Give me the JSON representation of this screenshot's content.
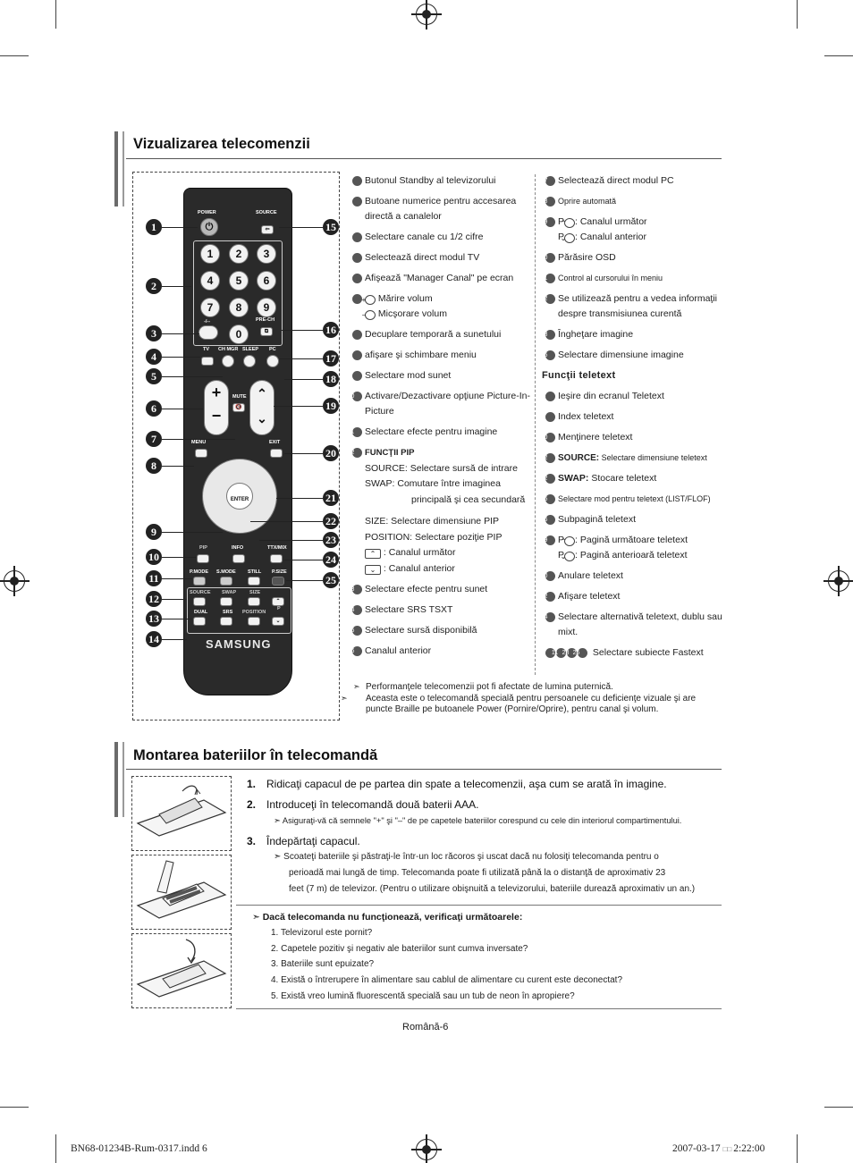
{
  "section1": {
    "title": "Vizualizarea telecomenzii"
  },
  "section2": {
    "title": "Montarea bateriilor în telecomandă"
  },
  "remote": {
    "power": "POWER",
    "source": "SOURCE",
    "prech": "PRE-CH",
    "tv": "TV",
    "chmgr": "CH MGR",
    "sleep": "SLEEP",
    "pc": "PC",
    "mute": "MUTE",
    "menu": "MENU",
    "exit": "EXIT",
    "enter": "ENTER",
    "pip": "PIP",
    "info": "INFO",
    "ttxmix": "TTX/MIX",
    "pmode": "P.MODE",
    "smode": "S.MODE",
    "still": "STILL",
    "psize": "P.SIZE",
    "source2": "SOURCE",
    "swap": "SWAP",
    "size": "SIZE",
    "dual": "DUAL",
    "srs": "SRS",
    "position": "POSITION",
    "p": "P",
    "brand": "SAMSUNG",
    "digits": [
      "1",
      "2",
      "3",
      "4",
      "5",
      "6",
      "7",
      "8",
      "9",
      "0"
    ],
    "dash": "-/--"
  },
  "callouts": [
    "1",
    "2",
    "3",
    "4",
    "5",
    "6",
    "7",
    "8",
    "9",
    "10",
    "11",
    "12",
    "13",
    "14",
    "15",
    "16",
    "17",
    "18",
    "19",
    "20",
    "21",
    "22",
    "23",
    "24",
    "25"
  ],
  "col1": [
    {
      "n": "1",
      "t": "Butonul Standby al televizorului"
    },
    {
      "n": "2",
      "t": "Butoane numerice pentru accesarea directă a canalelor"
    },
    {
      "n": "3",
      "t": "Selectare canale cu 1/2 cifre"
    },
    {
      "n": "4",
      "t": "Selectează direct modul TV"
    },
    {
      "n": "5",
      "t": "Afişează \"Manager Canal\" pe ecran"
    },
    {
      "n": "6",
      "t1": "Mărire volum",
      "t2": "Micşorare volum"
    },
    {
      "n": "7",
      "t": "Decuplare temporară a sunetului"
    },
    {
      "n": "8",
      "t": "afişare şi schimbare meniu"
    },
    {
      "n": "9",
      "t": "Selectare mod sunet"
    },
    {
      "n": "10",
      "t": "Activare/Dezactivare opţiune Picture-In-Picture"
    },
    {
      "n": "11",
      "t": "Selectare efecte pentru imagine"
    },
    {
      "n": "12",
      "head": "FUNCŢII PIP",
      "l1": "SOURCE: Selectare sursă de intrare",
      "l2": "SWAP: Comutare între imaginea",
      "l3": "principală şi cea secundară",
      "l4": "SIZE: Selectare dimensiune PIP",
      "l5": "POSITION: Selectare poziţie PIP",
      "l6": ": Canalul următor",
      "l7": ": Canalul anterior"
    },
    {
      "n": "13",
      "t": "Selectare efecte pentru sunet"
    },
    {
      "n": "14",
      "t": "Selectare SRS TSXT"
    },
    {
      "n": "15",
      "t": "Selectare sursă disponibilă"
    },
    {
      "n": "16",
      "t": "Canalul anterior"
    }
  ],
  "col2": [
    {
      "n": "17",
      "t": "Selectează direct modul PC"
    },
    {
      "n": "18",
      "t": "Oprire automată"
    },
    {
      "n": "19",
      "t1": ": Canalul următor",
      "t2": ": Canalul anterior"
    },
    {
      "n": "20",
      "t": "Părăsire OSD"
    },
    {
      "n": "21",
      "t": "Control al cursorului în meniu"
    },
    {
      "n": "22",
      "t": "Se utilizează pentru a vedea informaţii despre transmisiunea curentă"
    },
    {
      "n": "23",
      "t": "Îngheţare imagine"
    },
    {
      "n": "25",
      "t": "Selectare dimensiune imagine"
    }
  ],
  "teletext": {
    "head": "Funcţii teletext",
    "items": [
      {
        "n": "4",
        "t": "Ieşire din ecranul Teletext"
      },
      {
        "n": "8",
        "t": "Index teletext"
      },
      {
        "n": "10",
        "t": "Menţinere teletext"
      },
      {
        "n": "12",
        "b": "SOURCE:",
        "t": "Selectare dimensiune teletext"
      },
      {
        "n": "12",
        "b": "SWAP:",
        "t": "Stocare teletext"
      },
      {
        "n": "15",
        "t": "Selectare mod pentru teletext (LIST/FLOF)"
      },
      {
        "n": "16",
        "t": "Subpagină teletext"
      },
      {
        "n": "19",
        "t1": ": Pagină următoare teletext",
        "t2": ": Pagină anterioară teletext"
      },
      {
        "n": "20",
        "t": "Anulare teletext"
      },
      {
        "n": "22",
        "t": "Afişare teletext"
      },
      {
        "n": "24",
        "t": "Selectare alternativă teletext, dublu sau mixt."
      },
      {
        "ns": [
          "9",
          "11",
          "23",
          "25"
        ],
        "t": "Selectare subiecte Fastext"
      }
    ]
  },
  "notes": [
    "Performanţele telecomenzii pot fi afectate de lumina puternică.",
    "Aceasta este o telecomandă specială pentru persoanele cu deficienţe vizuale şi are puncte Braille pe butoanele Power (Pornire/Oprire), pentru canal şi volum."
  ],
  "steps": [
    {
      "n": "1.",
      "t": "Ridicaţi capacul de pe partea din spate a telecomenzii, aşa cum se arată în imagine."
    },
    {
      "n": "2.",
      "t": "Introduceţi în telecomandă două baterii AAA.",
      "note": "Asiguraţi-vă că semnele \"+\" şi \"–\" de pe capetele bateriilor corespund cu cele din interiorul compartimentului."
    },
    {
      "n": "3.",
      "t": "Îndepărtaţi capacul.",
      "note1": "Scoateţi bateriile şi păstraţi-le într-un loc răcoros şi uscat dacă nu folosiţi telecomanda pentru o",
      "note2": "perioadă mai lungă de timp. Telecomanda poate fi utilizată până la o distanţă de aproximativ 23",
      "note3": "feet (7 m) de televizor. (Pentru o utilizare obişnuită a televizorului, bateriile durează aproximativ un an.)"
    }
  ],
  "check": {
    "title": "Dacă telecomanda nu funcţionează, verificaţi următoarele:",
    "items": [
      "1. Televizorul este pornit?",
      "2. Capetele pozitiv şi negativ ale bateriilor sunt cumva inversate?",
      "3. Bateriile sunt epuizate?",
      "4. Există o întrerupere în alimentare sau cablul de alimentare cu curent este deconectat?",
      "5. Există vreo lumină fluorescentă specială sau un tub de neon în apropiere?"
    ]
  },
  "footer": {
    "page": "Română-6",
    "file": "BN68-01234B-Rum-0317.indd   6",
    "date": "2007-03-17   ",
    "time": "2:22:00"
  }
}
